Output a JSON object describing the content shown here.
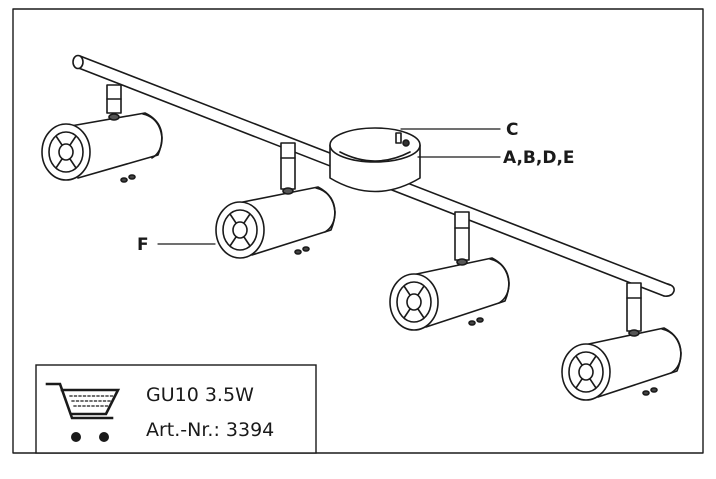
{
  "labels": {
    "C": "C",
    "ABDE": "A,B,D,E",
    "F": "F"
  },
  "info_box": {
    "line1": "GU10  3.5W",
    "line2": "Art.-Nr.: 3394",
    "icon": "shopping-cart-icon"
  },
  "spotlight_count": 4
}
